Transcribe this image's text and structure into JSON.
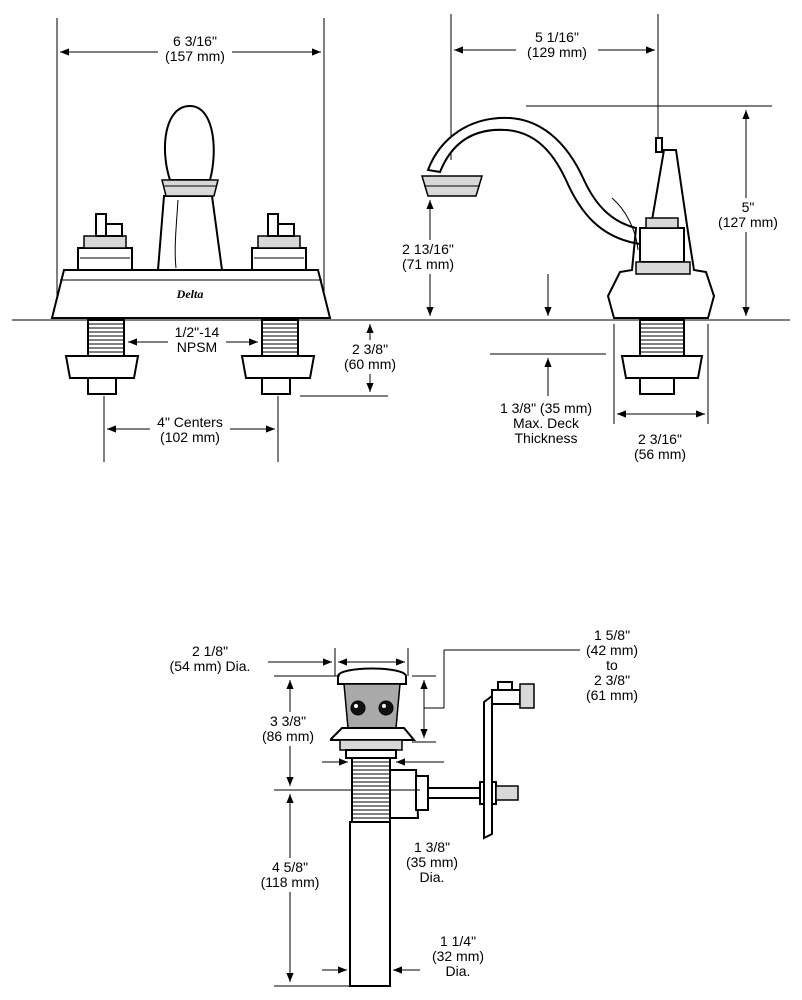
{
  "logo_text": "Delta",
  "front_view": {
    "overall_width": [
      "6 3/16\"",
      "(157 mm)"
    ],
    "thread_spec": [
      "1/2\"-14",
      "NPSM"
    ],
    "shank_length": [
      "2 3/8\"",
      "(60 mm)"
    ],
    "centers": [
      "4\" Centers",
      "(102 mm)"
    ]
  },
  "side_view": {
    "spout_reach": [
      "5 1/16\"",
      "(129 mm)"
    ],
    "overall_height": [
      "5\"",
      "(127 mm)"
    ],
    "spout_clearance": [
      "2 13/16\"",
      "(71 mm)"
    ],
    "deck_thickness": [
      "1 3/8\" (35 mm)",
      "Max. Deck",
      "Thickness"
    ],
    "base_width": [
      "2 3/16\"",
      "(56 mm)"
    ]
  },
  "drain_view": {
    "top_diameter": [
      "2 1/8\"",
      "(54 mm) Dia."
    ],
    "flange_height": [
      "3 3/8\"",
      "(86 mm)"
    ],
    "grip_range": [
      "1 5/8\"",
      "(42 mm)",
      "to",
      "2 3/8\"",
      "(61 mm)"
    ],
    "pivot_diameter": [
      "1 3/8\"",
      "(35 mm)",
      "Dia."
    ],
    "tailpiece_length": [
      "4 5/8\"",
      "(118 mm)"
    ],
    "tailpiece_diameter": [
      "1 1/4\"",
      "(32 mm)",
      "Dia."
    ]
  }
}
